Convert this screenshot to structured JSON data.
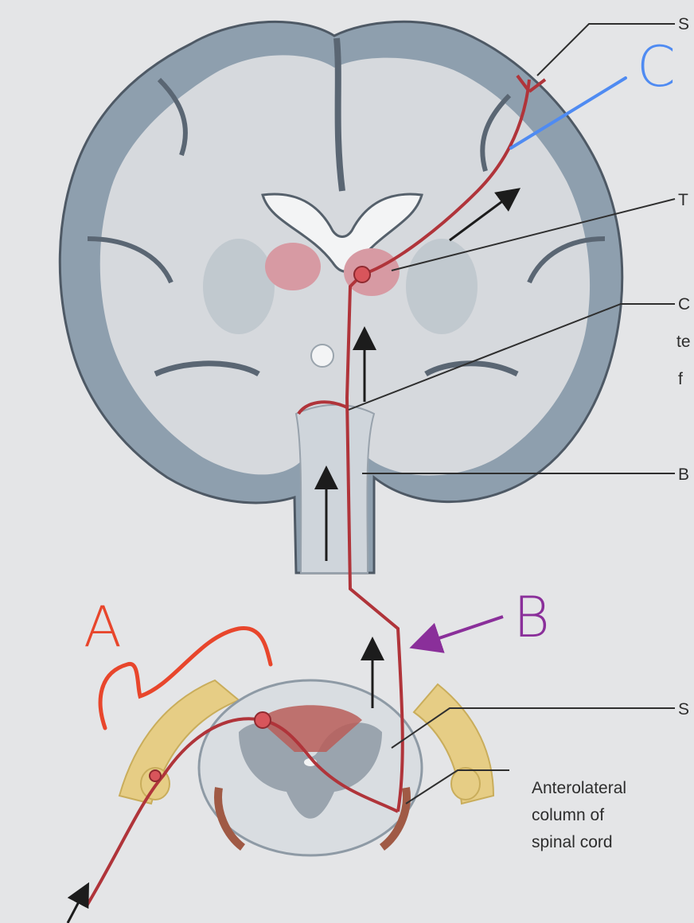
{
  "labels": {
    "top_right_cut": "S",
    "thalamus_cut": "T",
    "crossing_cut": [
      "C",
      "te",
      "f"
    ],
    "brainstem_cut": "B",
    "spinal_cut": "S",
    "anterolateral": [
      "Anterolateral",
      "column of",
      "spinal cord"
    ]
  },
  "annotations": {
    "a": "A",
    "b": "B",
    "c": "C"
  },
  "colors": {
    "background": "#e4e5e7",
    "brain_gray_matter": "#8e9fae",
    "brain_white_matter": "#d6d9dd",
    "pathway": "#b0343a",
    "thalamus": "#d79aa3",
    "spinal_nerve": "#d9bd73",
    "annotation_a": "#e8462c",
    "annotation_b": "#8a2f9a",
    "annotation_c": "#4f8bf2"
  }
}
